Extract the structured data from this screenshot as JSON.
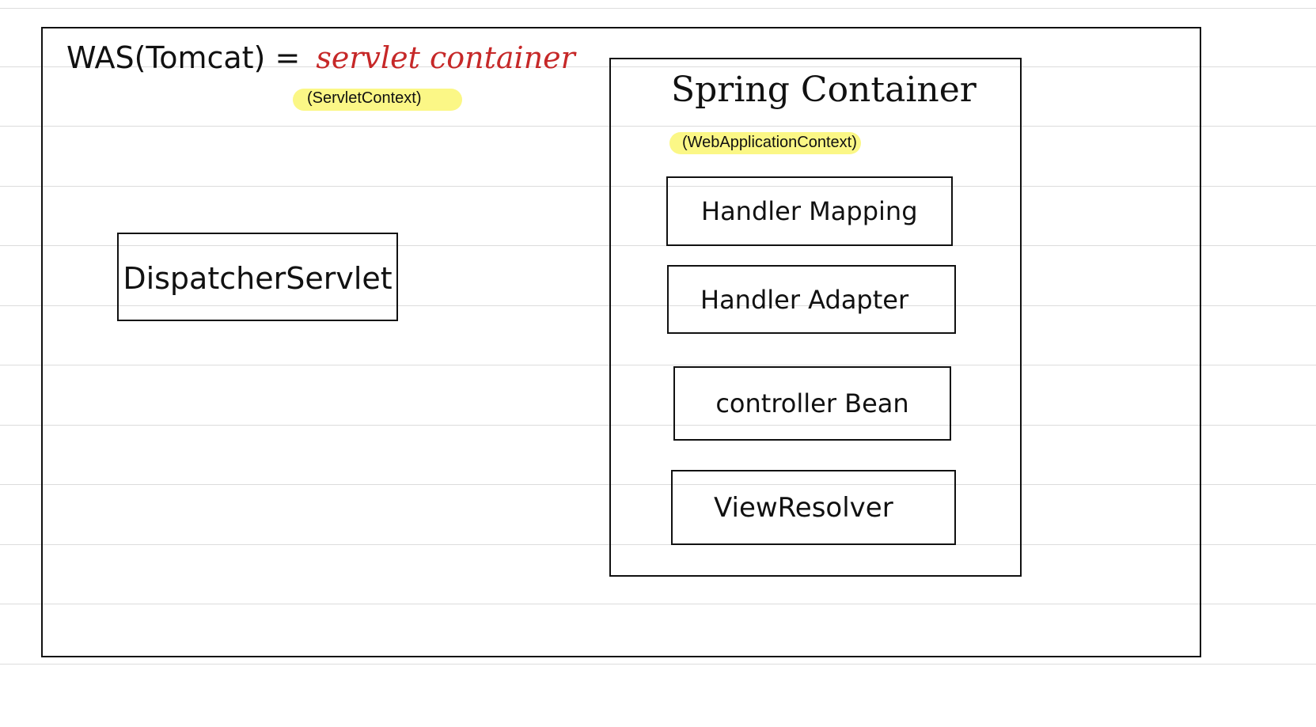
{
  "was": {
    "title_prefix": "WAS(Tomcat) =",
    "title_accent": "servlet container",
    "subtitle": "(ServletContext)"
  },
  "dispatcher_servlet": {
    "label": "DispatcherServlet"
  },
  "spring_container": {
    "title": "Spring Container",
    "subtitle": "(WebApplicationContext)",
    "components": [
      "Handler Mapping",
      "Handler Adapter",
      "controller Bean",
      "ViewResolver"
    ]
  },
  "colors": {
    "accent": "#c62828",
    "highlight": "#fbf77f",
    "line": "#111111",
    "rule": "#dcdcdc"
  }
}
